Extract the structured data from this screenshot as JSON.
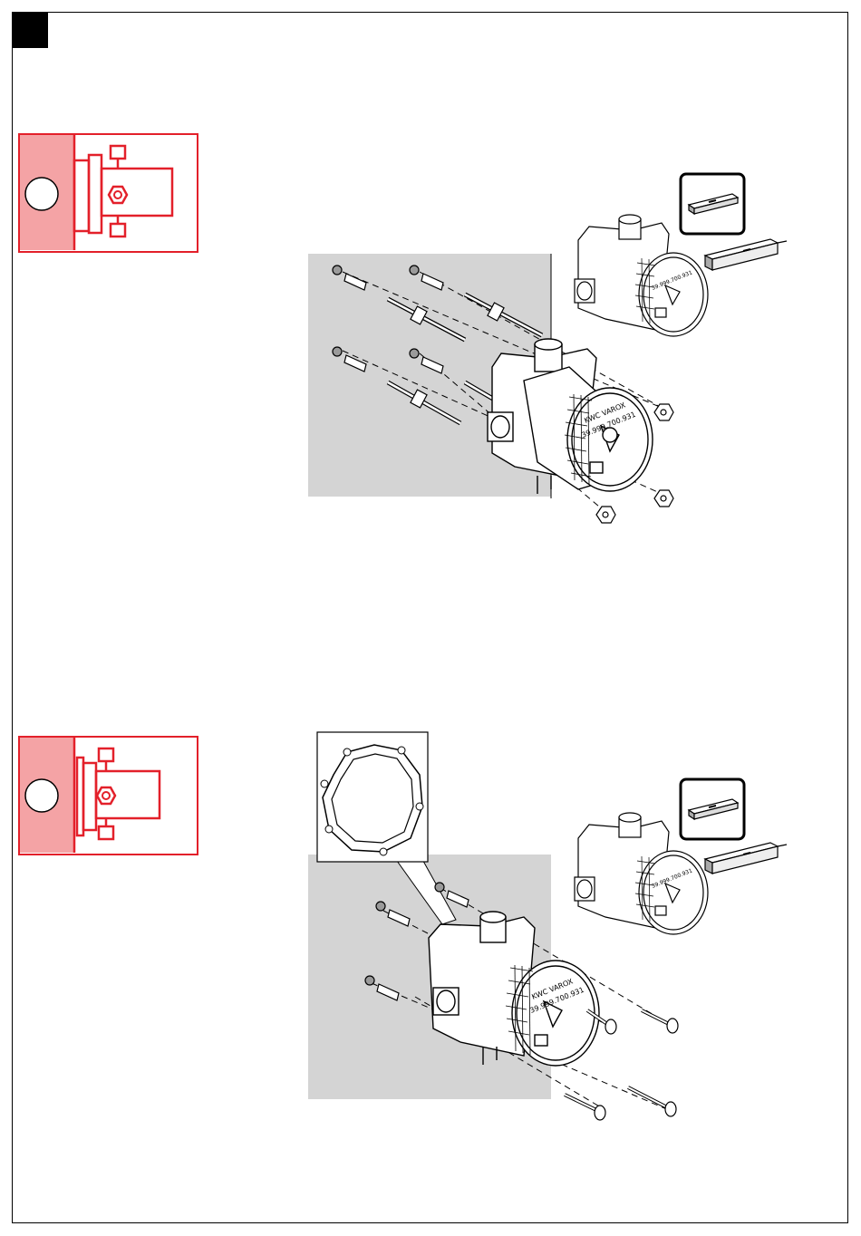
{
  "colors": {
    "accent_red": "#e3202a",
    "badge_fill": "#f4a3a5",
    "wall_gray": "#d4d4d4",
    "line": "#000000"
  },
  "steps": [
    {
      "valve_label_brand": "KWC VAROX",
      "valve_label_code": "39.999.700.931",
      "inset_label": "39.999.700.931",
      "icons": [
        "spirit-level-icon",
        "wall-plug-icon",
        "threaded-rod-icon",
        "hex-nut-icon"
      ]
    },
    {
      "valve_label_brand": "KWC VAROX",
      "valve_label_code": "39.999.700.931",
      "inset_label": "39.999.700.931",
      "icons": [
        "spirit-level-icon",
        "wall-plug-icon",
        "wood-screw-icon",
        "mounting-ring-icon"
      ]
    }
  ]
}
